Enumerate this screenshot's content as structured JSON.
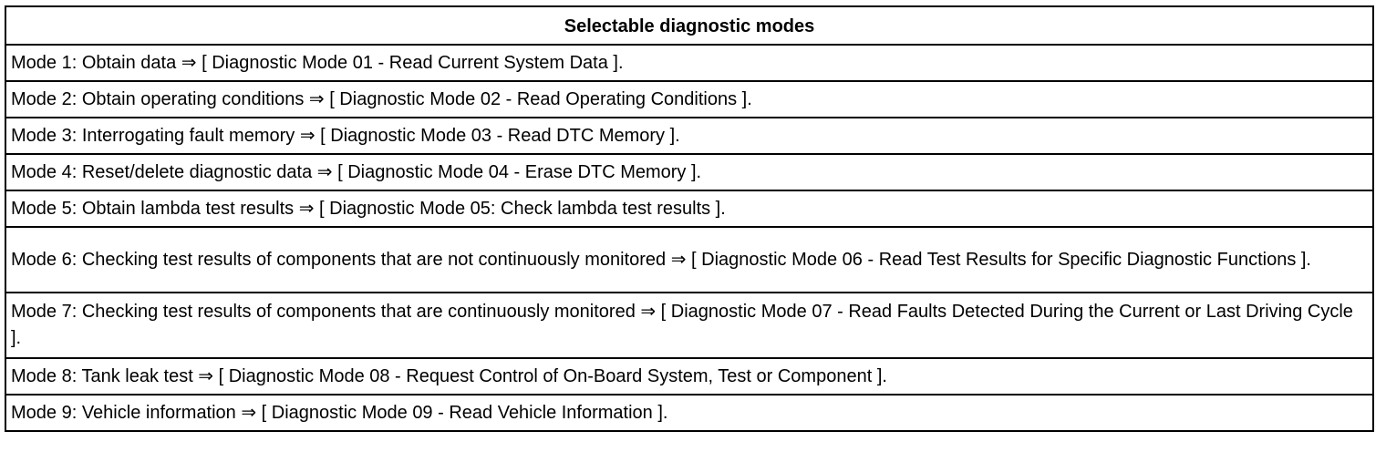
{
  "table": {
    "title": "Selectable diagnostic modes",
    "rows": [
      "Mode 1: Obtain data ⇒ [ Diagnostic Mode 01 - Read Current System Data ].",
      "Mode 2: Obtain operating conditions ⇒ [ Diagnostic Mode 02 - Read Operating Conditions ].",
      "Mode 3: Interrogating fault memory ⇒ [ Diagnostic Mode 03 - Read DTC Memory ].",
      "Mode 4: Reset/delete diagnostic data ⇒ [ Diagnostic Mode 04 - Erase DTC Memory ].",
      "Mode 5: Obtain lambda test results ⇒ [ Diagnostic Mode 05: Check lambda test results ].",
      "Mode 6: Checking test results of components that are not continuously monitored ⇒ [ Diagnostic Mode 06 - Read Test Results for Specific Diagnostic Functions ].",
      "Mode 7: Checking test results of components that are continuously monitored ⇒ [ Diagnostic Mode 07 - Read Faults Detected During the Current or Last Driving Cycle ].",
      "Mode 8: Tank leak test ⇒ [ Diagnostic Mode 08 - Request Control of On-Board System, Test or Component ].",
      "Mode 9: Vehicle information ⇒ [ Diagnostic Mode 09 - Read Vehicle Information ]."
    ]
  }
}
